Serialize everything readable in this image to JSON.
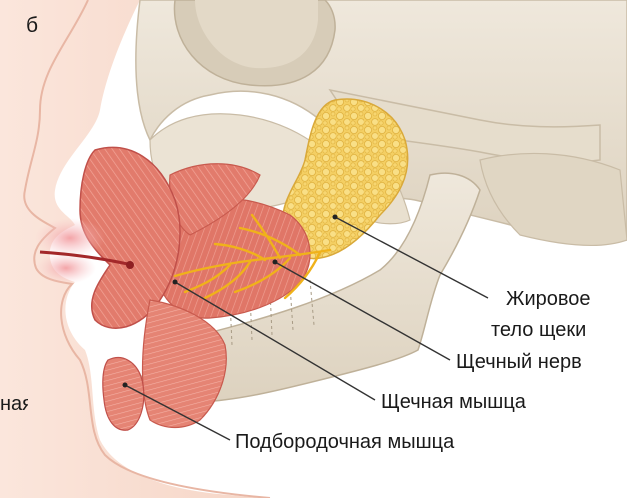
{
  "figure": {
    "panel_letter": "б",
    "labels": {
      "buccal_fat_line1": "Жировое",
      "buccal_fat_line2": "тело щеки",
      "buccal_nerve": "Щечный нерв",
      "buccinator": "Щечная мышца",
      "mentalis": "Подбородочная мышца",
      "cutoff_left": "ная"
    },
    "colors": {
      "skin": "#f7d9cc",
      "bone": "#ece4d6",
      "bone_shade": "#d4c9b6",
      "muscle": "#e27b6c",
      "muscle_dark": "#c85a4e",
      "fat": "#f4cf63",
      "nerve": "#f0b21a",
      "leader": "#333333"
    }
  }
}
